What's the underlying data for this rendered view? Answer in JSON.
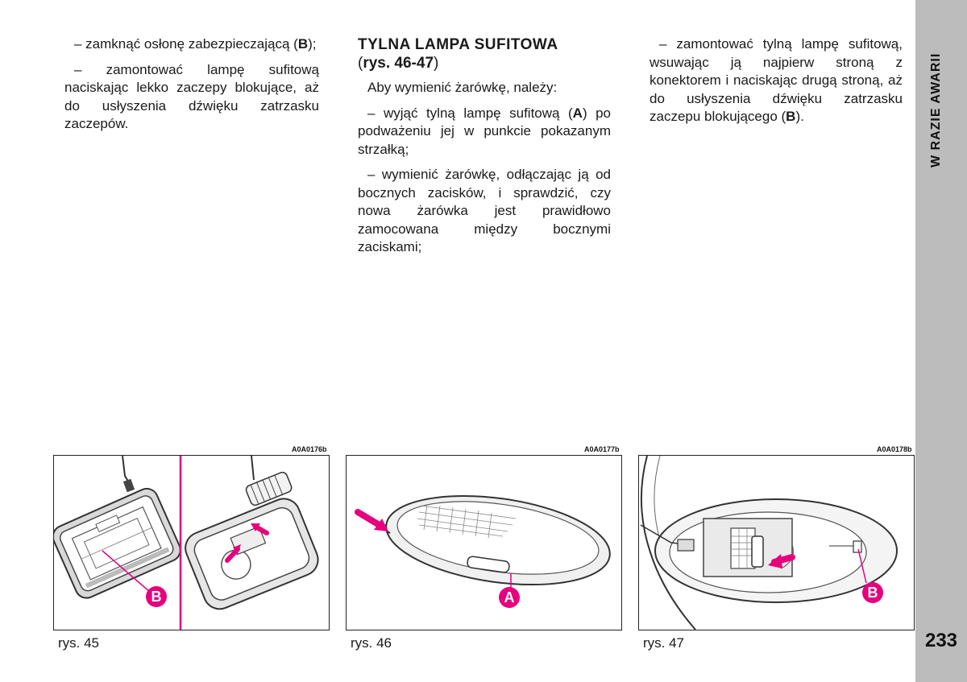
{
  "column1": {
    "para1": {
      "text": "– zamknąć osłonę zabezpieczającą (",
      "bold": "B",
      "tail": ");"
    },
    "para2": "– zamontować lampę sufitową naciskając lekko zaczepy blokujące, aż do usłyszenia dźwięku zatrzasku zaczepów."
  },
  "column2": {
    "heading_title": "TYLNA LAMPA SUFITOWA",
    "heading_ref_open": "(",
    "heading_ref": "rys. 46-47",
    "heading_ref_close": ")",
    "intro": "Aby wymienić żarówkę, należy:",
    "step1": {
      "text": "– wyjąć tylną lampę sufitową (",
      "bold": "A",
      "tail": ") po podważeniu jej w punkcie pokazanym strzałką;"
    },
    "step2": "– wymienić żarówkę, odłączając ją od bocznych zacisków, i sprawdzić, czy nowa żarówka jest prawidłowo zamocowana między bocznymi zaciskami;"
  },
  "column3": {
    "step3": {
      "text": "– zamontować tylną lampę sufitową, wsuwając ją najpierw stroną z konektorem i naciskając drugą stroną, aż do usłyszenia dźwięku zatrzasku zaczepu blokującego (",
      "bold": "B",
      "tail": ")."
    }
  },
  "sidebar": {
    "section_title": "W RAZIE AWARII",
    "page_number": "233"
  },
  "figures": [
    {
      "code": "A0A0176b",
      "caption": "rys. 45",
      "label": "B"
    },
    {
      "code": "A0A0177b",
      "caption": "rys. 46",
      "label": "A"
    },
    {
      "code": "A0A0178b",
      "caption": "rys. 47",
      "label": "B"
    }
  ],
  "colors": {
    "accent": "#e6007e",
    "sidebar": "#bcbcbc"
  }
}
